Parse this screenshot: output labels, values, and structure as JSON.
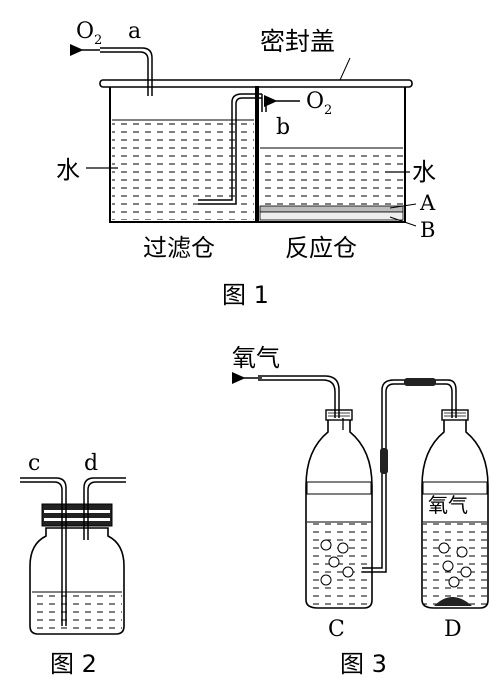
{
  "figure1": {
    "caption": "图 1",
    "lid_label": "密封盖",
    "pipe_a_label": "a",
    "pipe_b_label": "b",
    "o2_out": "O",
    "o2_out_sub": "2",
    "o2_in": "O",
    "o2_in_sub": "2",
    "water_left": "水",
    "water_right": "水",
    "layer_a": "A",
    "layer_b": "B",
    "chamber_left": "过滤仓",
    "chamber_right": "反应仓"
  },
  "figure2": {
    "caption": "图 2",
    "tube_c": "c",
    "tube_d": "d"
  },
  "figure3": {
    "caption": "图 3",
    "oxygen_out": "氧气",
    "bottle_d_text": "氧气",
    "bottle_c": "C",
    "bottle_d": "D"
  }
}
